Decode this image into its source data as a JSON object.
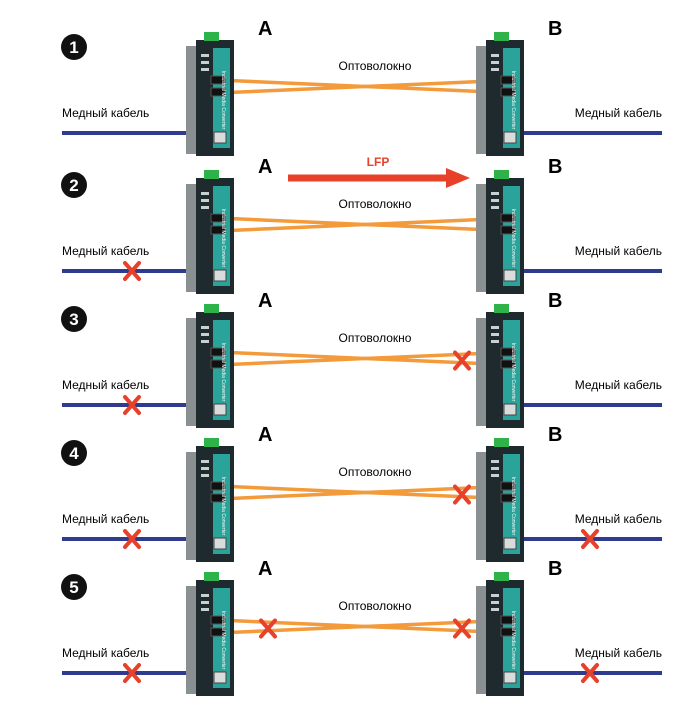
{
  "labels": {
    "node_a": "A",
    "node_b": "B",
    "copper": "Медный кабель",
    "fiber": "Оптоволокно",
    "lfp": "LFP",
    "device_text": "Industrial Media Converter"
  },
  "colors": {
    "copper_cable": "#2e3b8f",
    "fiber": "#f39a3a",
    "fault": "#e8412a",
    "device_body": "#1f2a2e",
    "device_panel": "#2aa39a",
    "device_side": "#8a8f92",
    "connector": "#2db34a"
  },
  "scenarios": [
    {
      "number": "1",
      "lfp": false,
      "faults": {
        "left_copper": false,
        "fiber_a": false,
        "fiber_b": false,
        "right_copper": false
      }
    },
    {
      "number": "2",
      "lfp": true,
      "faults": {
        "left_copper": true,
        "fiber_a": false,
        "fiber_b": false,
        "right_copper": false
      }
    },
    {
      "number": "3",
      "lfp": false,
      "faults": {
        "left_copper": true,
        "fiber_a": false,
        "fiber_b": true,
        "right_copper": false
      }
    },
    {
      "number": "4",
      "lfp": false,
      "faults": {
        "left_copper": true,
        "fiber_a": false,
        "fiber_b": true,
        "right_copper": true
      }
    },
    {
      "number": "5",
      "lfp": false,
      "faults": {
        "left_copper": true,
        "fiber_a": true,
        "fiber_b": true,
        "right_copper": true
      }
    }
  ]
}
